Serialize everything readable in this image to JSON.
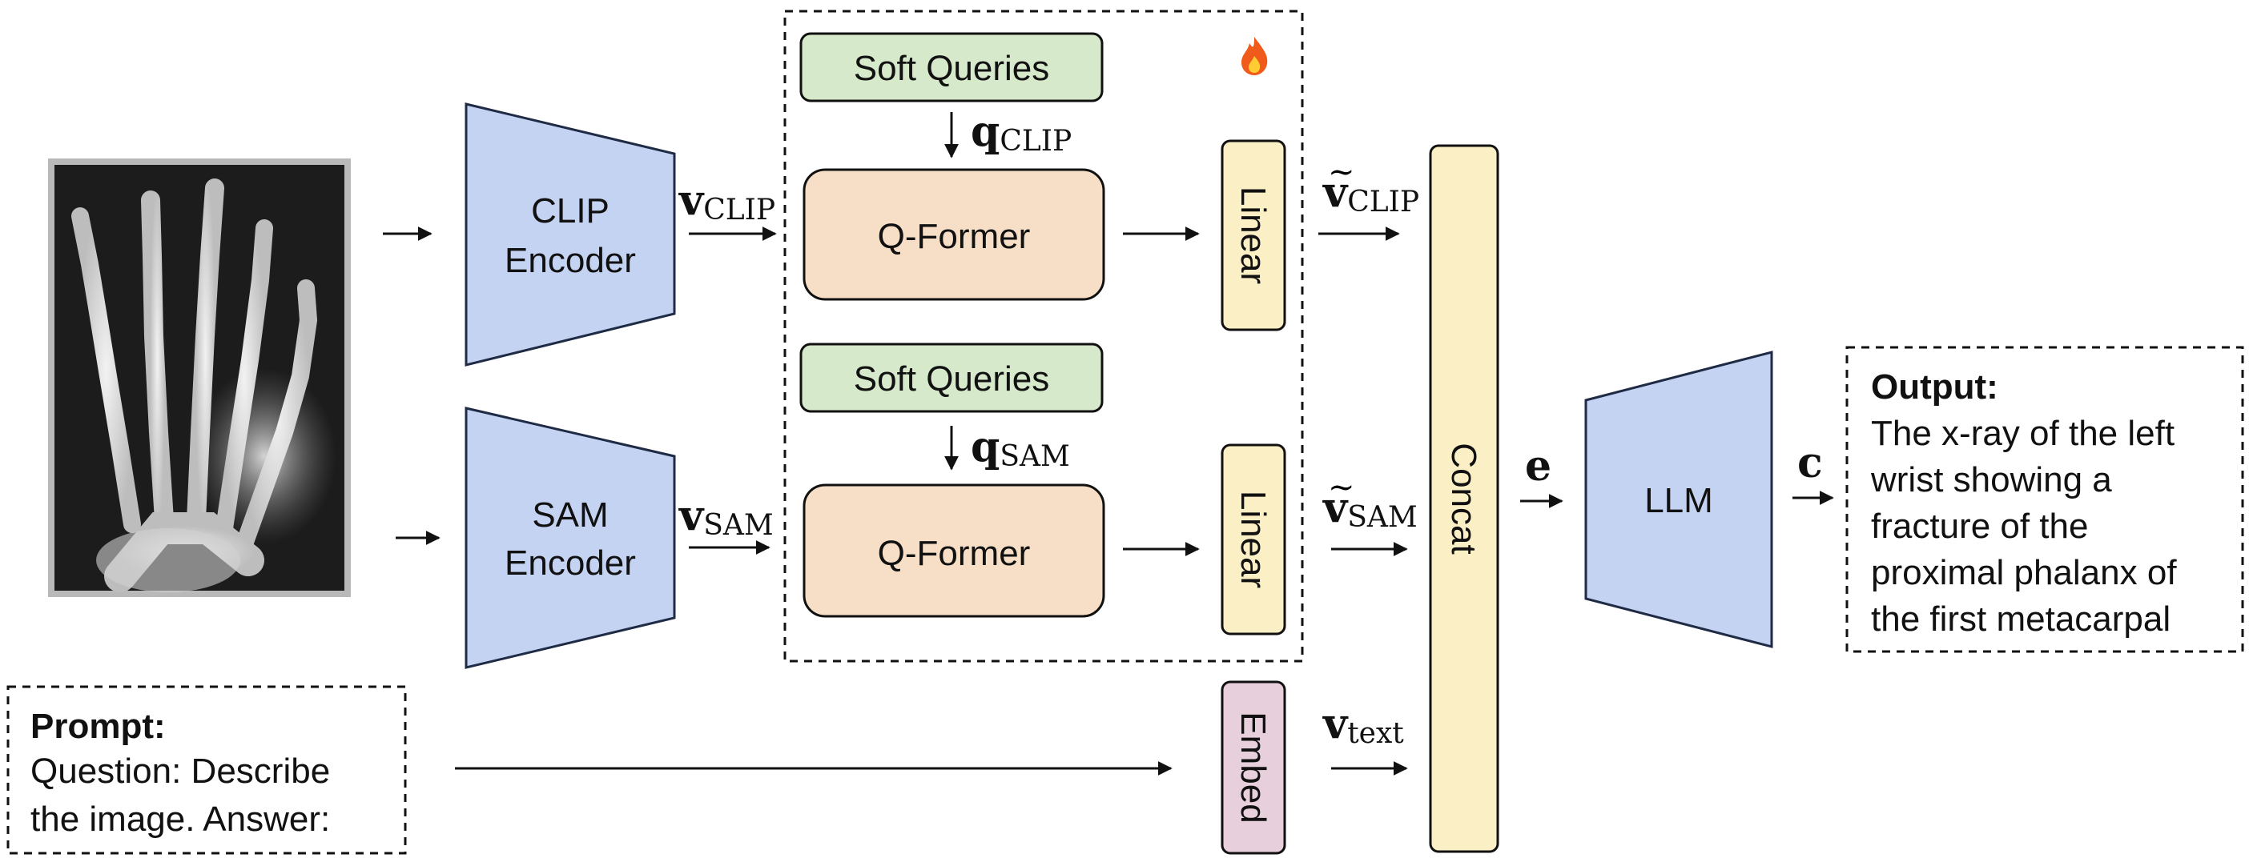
{
  "colors": {
    "encoder_fill": "#c5d3f3",
    "encoder_stroke": "#1f2a44",
    "soft_query_fill": "#d6e9cb",
    "qformer_fill": "#f6dfc6",
    "linear_fill": "#fbefc5",
    "concat_fill": "#fbefc5",
    "embed_fill": "#e7cfdc",
    "line": "#111111"
  },
  "icons": {
    "trainable": "fire-icon",
    "input_image": "hand-xray-image"
  },
  "encoders": {
    "clip": {
      "line1": "CLIP",
      "line2": "Encoder"
    },
    "sam": {
      "line1": "SAM",
      "line2": "Encoder"
    },
    "llm": {
      "label": "LLM"
    }
  },
  "adapter": {
    "soft_queries": "Soft Queries",
    "qformer": "Q-Former",
    "linear": "Linear"
  },
  "embed": {
    "label": "Embed"
  },
  "concat": {
    "label": "Concat"
  },
  "symbols": {
    "v": "v",
    "q": "q",
    "clip_sub": "CLIP",
    "sam_sub": "SAM",
    "text_sub": "text",
    "e": "e",
    "c": "c",
    "tilde": "~"
  },
  "prompt": {
    "title": "Prompt:",
    "lines": [
      "Question: Describe",
      "the image. Answer:"
    ]
  },
  "output": {
    "title": "Output:",
    "lines": [
      "The x-ray of the left",
      "wrist showing a",
      "fracture of the",
      "proximal phalanx of",
      "the first metacarpal"
    ]
  }
}
